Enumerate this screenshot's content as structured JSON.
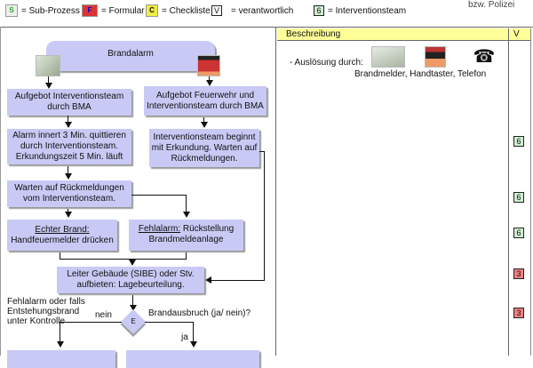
{
  "legend": {
    "subprocess": "= Sub-Prozess",
    "form": "= Formular",
    "checklist": "= Checkliste",
    "responsible_symbol": "V",
    "responsible": "= verantwortlich",
    "team_symbol": "6",
    "team": "=  Interventionsteam",
    "cut_text": "bzw. Polizei"
  },
  "flow": {
    "start": "Brandalarm",
    "b1": "Aufgebot Interventionsteam durch BMA",
    "b2": "Aufgebot Feuerwehr und Interventionsteam durch BMA",
    "b3": "Alarm innert 3 Min. quittieren durch Interventionsteam. Erkundungszeit 5 Min. läuft",
    "b4": "Interventionsteam beginnt mit Erkundung. Warten auf Rückmeldungen.",
    "b5": "Warten auf Rückmeldungen vom Interventionsteam.",
    "b6_u": "Echter Brand:",
    "b6": "Handfeuermelder drücken",
    "b7_u": "Fehlalarm:",
    "b7": " Rückstellung Brandmeldeanlage",
    "b8": "Leiter Gebäude (SIBE) oder Stv. aufbieten: Lagebeurteilung.",
    "decision": "E",
    "note": "Fehlalarm oder falls Entstehungsbrand unter Kontrolle",
    "no": "nein",
    "question": "Brandausbruch (ja/ nein)?",
    "yes": "ja"
  },
  "table": {
    "header_desc": "Beschreibung",
    "header_v": "V",
    "trigger": "- Auslösung durch:",
    "trigger_items": "Brandmelder, Handtaster, Telefon",
    "badges": [
      {
        "v": "6",
        "color": "#cfeccf"
      },
      {
        "v": "6",
        "color": "#cfeccf"
      },
      {
        "v": "6",
        "color": "#cfeccf"
      },
      {
        "v": "3",
        "color": "#f08080"
      },
      {
        "v": "3",
        "color": "#f08080"
      }
    ]
  },
  "colors": {
    "box": "#c9c9f5",
    "header": "#ffff99"
  }
}
